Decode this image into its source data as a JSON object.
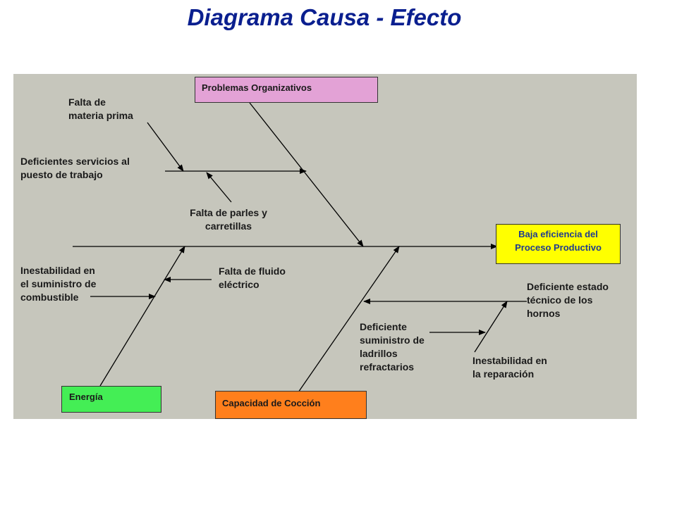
{
  "title": "Diagrama Causa - Efecto",
  "effect": "Baja eficiencia del\nProceso Productivo",
  "categories": {
    "organizativos": "Problemas Organizativos",
    "energia": "Energía",
    "coccion": "Capacidad  de Cocción"
  },
  "causes": {
    "materia_prima": "Falta de\nmateria prima",
    "servicios": "Deficientes  servicios  al\npuesto de trabajo",
    "parles": "Falta de parles y\ncarretillas",
    "combustible": "Inestabilidad en\nel suministro de\ncombustible",
    "fluido": "Falta de fluido\neléctrico",
    "ladrillos": "Deficiente\nsuministro de\nladrillos\nrefractarios",
    "hornos": "Deficiente estado\ntécnico de los\nhornos",
    "reparacion": "Inestabilidad en\nla reparación"
  },
  "colors": {
    "title": "#0a1f8f",
    "panel": "#c6c6bc",
    "organizativos_box": "#e3a2d6",
    "energia_box": "#44ee55",
    "coccion_box": "#ff7f1c",
    "effect_box": "#ffff00",
    "effect_text": "#1f3b8f"
  }
}
